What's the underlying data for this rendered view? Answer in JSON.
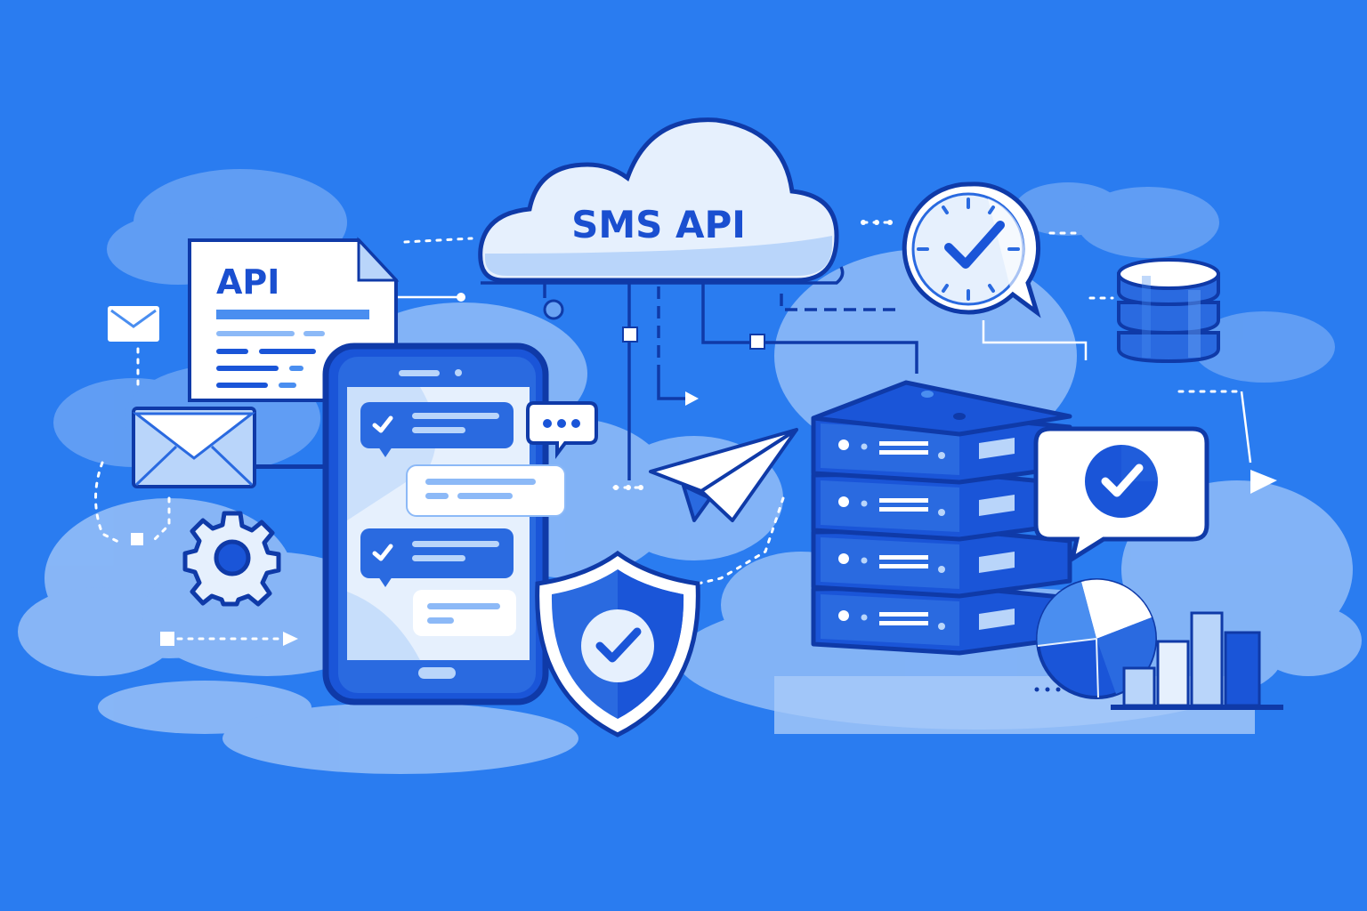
{
  "illustration": {
    "theme": "SMS API integration",
    "colors": {
      "background": "#2a7cf0",
      "cloud_light": "#8cb9f7",
      "cloud_pale": "#b9d5fa",
      "outline": "#0f3aa8",
      "primary": "#1a55d8",
      "mid": "#4a8ef0",
      "white": "#ffffff",
      "pale_fill": "#e6f0fd"
    }
  },
  "cloud": {
    "label": "SMS API",
    "icon": "cloud-icon"
  },
  "api_document": {
    "label": "API",
    "icon": "document-icon"
  },
  "phone": {
    "icon": "smartphone-icon",
    "messages": [
      {
        "type": "sent",
        "status": "delivered",
        "icon": "check-icon"
      },
      {
        "type": "received"
      },
      {
        "type": "sent",
        "status": "delivered",
        "icon": "check-icon"
      },
      {
        "type": "received"
      }
    ],
    "typing_indicator": "•••"
  },
  "icons": {
    "small_envelope": "envelope-icon",
    "large_envelope": "envelope-icon",
    "gear": "gear-icon",
    "paper_plane": "paper-plane-icon",
    "shield": "shield-check-icon",
    "clock": "clock-check-icon",
    "database": "database-icon",
    "server": "server-stack-icon",
    "confirmation": "check-bubble-icon",
    "pie_chart": "pie-chart-icon",
    "bar_chart": "bar-chart-icon"
  },
  "server_stack": {
    "units": 4
  },
  "bar_chart": {
    "bars": [
      {
        "height": 42
      },
      {
        "height": 72
      },
      {
        "height": 104
      },
      {
        "height": 82
      }
    ]
  }
}
